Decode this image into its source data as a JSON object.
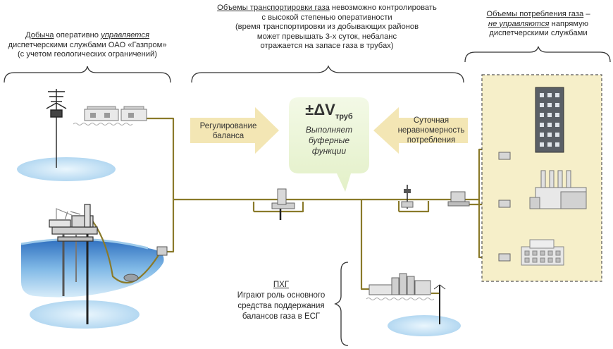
{
  "production": {
    "title_underlined": "Добыча",
    "text_a": " оперативно ",
    "text_italic_underlined": "управляется",
    "line2": "диспетчерскими службами ОАО «Газпром»",
    "line3": "(с учетом геологических ограничений)"
  },
  "transport": {
    "title_underlined": "Объемы транспортировки газа",
    "text_a": " невозможно контролировать",
    "line2": "с высокой степенью оперативности",
    "line3": "(время транспортировки из добывающих районов",
    "line4": "может превышать 3-х суток, небаланс",
    "line5": "отражается на запасе газа в трубах)"
  },
  "consumption": {
    "title_underlined": "Объемы потребления газа",
    "dash": " –",
    "italic_underlined": "не управляются",
    "text_b": " напрямую",
    "line3": "диспетчерскими службами"
  },
  "left_arrow": {
    "line1": "Регулирование",
    "line2": "баланса"
  },
  "right_arrow": {
    "line1": "Суточная",
    "line2": "неравномерность",
    "line3": "потребления"
  },
  "buffer": {
    "symbol": "±ΔV",
    "subscript": "труб",
    "line1": "Выполняет",
    "line2": "буферные",
    "line3": "функции"
  },
  "storage": {
    "title_underlined": "ПХГ",
    "line1": "Играют роль основного",
    "line2": "средства поддержания",
    "line3": "балансов газа в ЕСГ"
  },
  "colors": {
    "pipe": "#8a7a2a",
    "water_dark": "#3c7fc6",
    "water_light": "#cfe6f7",
    "callout": "#eaf5d4",
    "arrow": "#f3e6b4",
    "consumer_panel": "#f6efc9"
  },
  "icons": [
    "drilling-rig-icon",
    "offshore-platform-icon",
    "gas-valve-icon",
    "compressor-station-icon",
    "apartment-building-icon",
    "power-plant-icon",
    "industrial-building-icon",
    "storage-facility-icon"
  ]
}
